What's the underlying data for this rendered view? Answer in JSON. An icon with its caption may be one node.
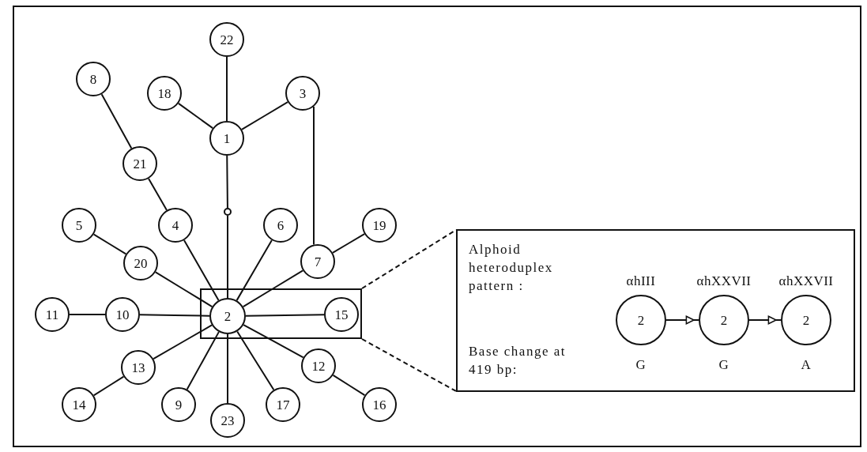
{
  "diagram": {
    "nodes": [
      {
        "text": [
          "22"
        ]
      },
      {
        "text": [
          "8"
        ]
      },
      {
        "text": [
          "18"
        ]
      },
      {
        "text": [
          "3"
        ]
      },
      {
        "text": [
          "1"
        ]
      },
      {
        "text": [
          "21"
        ]
      },
      {
        "text": [],
        "shape": "circle"
      },
      {
        "text": [
          "5"
        ]
      },
      {
        "text": [
          "4"
        ]
      },
      {
        "text": [
          "6"
        ]
      },
      {
        "text": [
          "19"
        ]
      },
      {
        "text": [
          "20"
        ]
      },
      {
        "text": [
          "7"
        ]
      },
      {
        "text": [],
        "shape": "box"
      },
      {
        "text": [
          "11"
        ]
      },
      {
        "text": [
          "10"
        ]
      },
      {
        "text": [
          "2"
        ],
        "in": 13
      },
      {
        "text": [
          "15"
        ],
        "in": 13
      },
      {
        "text": [
          "13"
        ]
      },
      {
        "text": [
          "12"
        ]
      },
      {
        "text": [
          "14"
        ]
      },
      {
        "text": [
          "9"
        ]
      },
      {
        "text": [
          "23"
        ]
      },
      {
        "text": [
          "17"
        ]
      },
      {
        "text": [
          "16"
        ]
      },
      {
        "text": [
          "Alphoid heteroduplex pattern :",
          "Base change at 419 bp:"
        ]
      },
      {
        "text": [
          "2"
        ],
        "in": 25,
        "beside": [
          "αhIII",
          "G"
        ]
      },
      {
        "text": [
          "2"
        ],
        "in": 25,
        "beside": [
          "αhXXVII",
          "G"
        ]
      },
      {
        "text": [
          "2"
        ],
        "in": 25,
        "beside": [
          "αhXXVII",
          "A"
        ]
      }
    ],
    "edges": [
      {
        "from": 0,
        "to": 4,
        "arrow": "none"
      },
      {
        "from": 2,
        "to": 4,
        "arrow": "none"
      },
      {
        "from": 3,
        "to": 4,
        "arrow": "none"
      },
      {
        "from": 1,
        "to": 5,
        "arrow": "none"
      },
      {
        "from": 5,
        "to": 8,
        "arrow": "none"
      },
      {
        "from": 4,
        "to": 6,
        "arrow": "none"
      },
      {
        "from": 6,
        "to": 16,
        "arrow": "none"
      },
      {
        "from": 3,
        "to": 12,
        "arrow": "none"
      },
      {
        "from": 7,
        "to": 11,
        "arrow": "none"
      },
      {
        "from": 11,
        "to": 16,
        "arrow": "none"
      },
      {
        "from": 8,
        "to": 16,
        "arrow": "none"
      },
      {
        "from": 9,
        "to": 16,
        "arrow": "none"
      },
      {
        "from": 10,
        "to": 12,
        "arrow": "none"
      },
      {
        "from": 12,
        "to": 16,
        "arrow": "none"
      },
      {
        "from": 14,
        "to": 15,
        "arrow": "none"
      },
      {
        "from": 15,
        "to": 16,
        "arrow": "none"
      },
      {
        "from": 16,
        "to": 17,
        "arrow": "none"
      },
      {
        "from": 16,
        "to": 18,
        "arrow": "none"
      },
      {
        "from": 18,
        "to": 20,
        "arrow": "none"
      },
      {
        "from": 16,
        "to": 21,
        "arrow": "none"
      },
      {
        "from": 16,
        "to": 22,
        "arrow": "none"
      },
      {
        "from": 16,
        "to": 23,
        "arrow": "none"
      },
      {
        "from": 16,
        "to": 19,
        "arrow": "none"
      },
      {
        "from": 19,
        "to": 24,
        "arrow": "none"
      },
      {
        "from": 13,
        "to": 25,
        "arrow": "none",
        "style": "dashed"
      },
      {
        "from": 13,
        "to": 25,
        "arrow": "none",
        "style": "dashed"
      },
      {
        "from": 26,
        "to": 27,
        "arrow": "to"
      },
      {
        "from": 27,
        "to": 28,
        "arrow": "to"
      }
    ]
  }
}
